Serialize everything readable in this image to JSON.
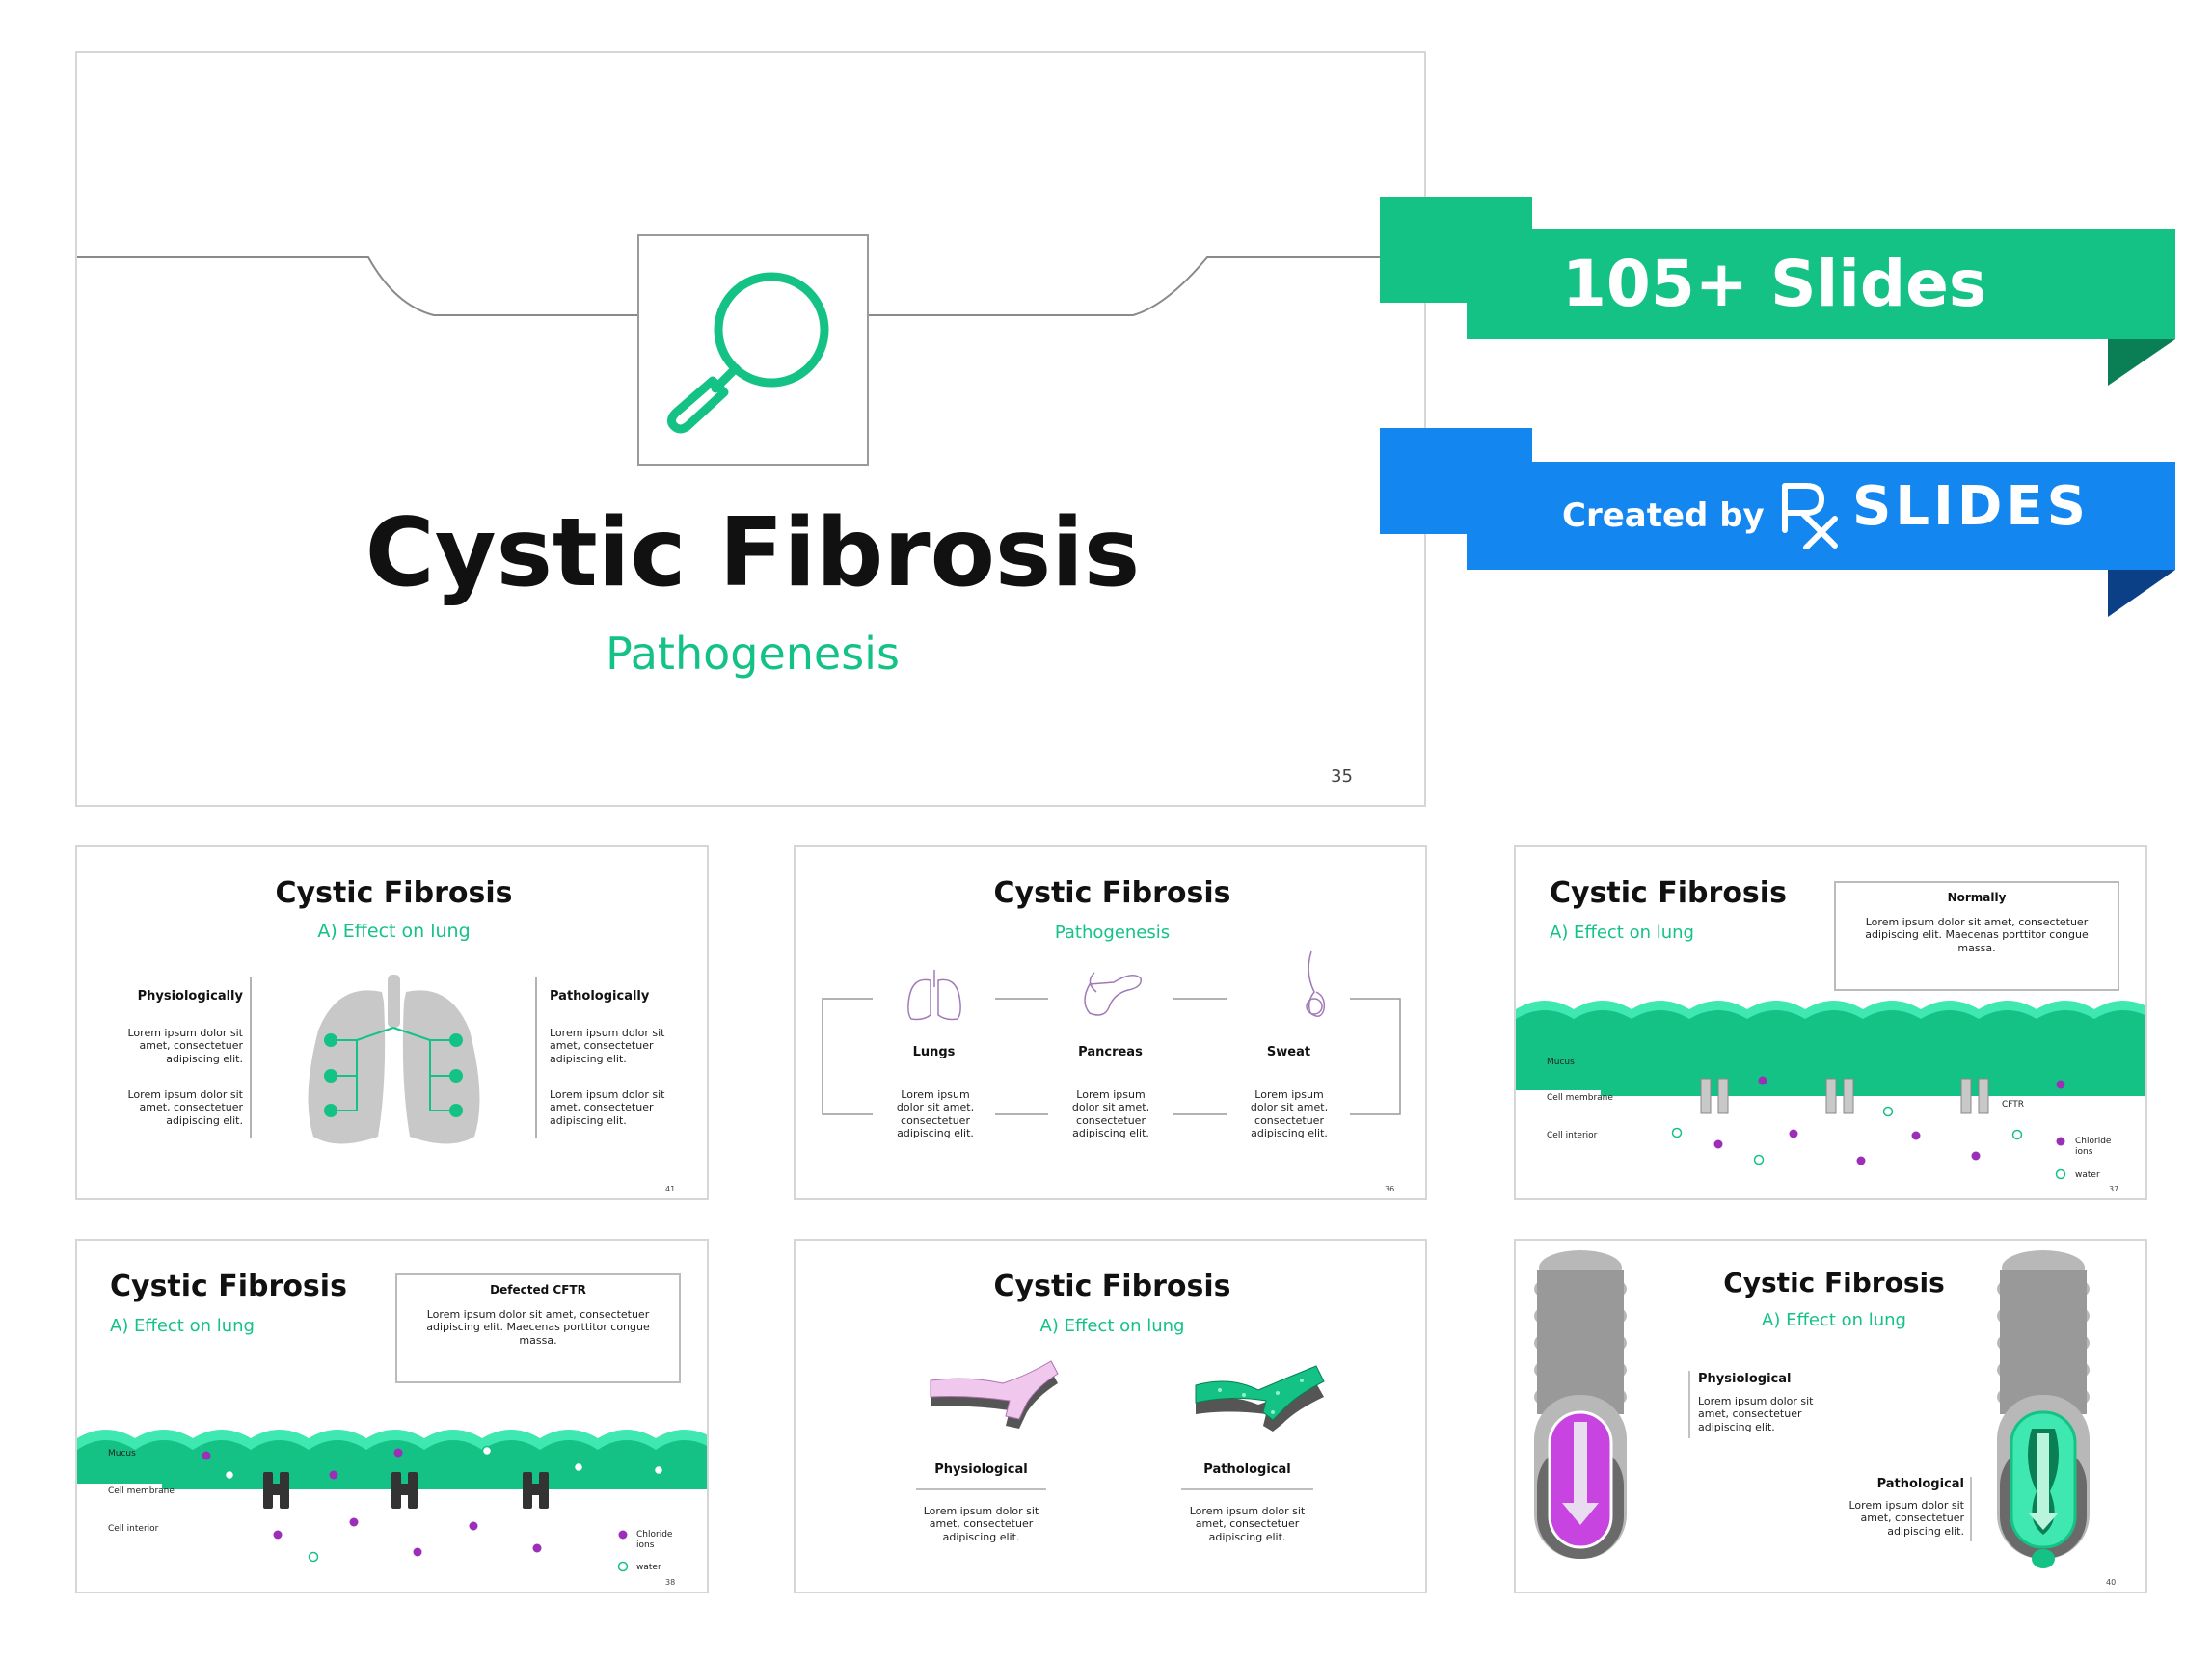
{
  "colors": {
    "accent_green": "#14c285",
    "accent_blue": "#1486f0",
    "purple": "#c844e0",
    "gray": "#b8b8b8"
  },
  "hero": {
    "title": "Cystic Fibrosis",
    "subtitle": "Pathogenesis",
    "page": "35",
    "icon": "magnifier-icon"
  },
  "ribbons": {
    "slides_count": "105+ Slides",
    "created_by": "Created by",
    "brand": "SLIDES",
    "brand_mark": "RX"
  },
  "thumbs": {
    "s41": {
      "title": "Cystic Fibrosis",
      "subtitle": "A) Effect on lung",
      "left_head": "Physiologically",
      "right_head": "Pathologically",
      "left_p1": "Lorem ipsum dolor sit amet, consectetuer adipiscing elit.",
      "left_p2": "Lorem ipsum dolor sit amet, consectetuer adipiscing elit.",
      "right_p1": "Lorem ipsum dolor sit amet, consectetuer adipiscing elit.",
      "right_p2": "Lorem ipsum dolor sit amet, consectetuer adipiscing elit.",
      "page": "41"
    },
    "s36": {
      "title": "Cystic Fibrosis",
      "subtitle": "Pathogenesis",
      "items": [
        {
          "label": "Lungs",
          "text": "Lorem ipsum dolor sit amet, consectetuer adipiscing elit."
        },
        {
          "label": "Pancreas",
          "text": "Lorem ipsum dolor sit amet, consectetuer adipiscing elit."
        },
        {
          "label": "Sweat",
          "text": "Lorem ipsum dolor sit amet, consectetuer adipiscing elit."
        }
      ],
      "page": "36"
    },
    "s37": {
      "title": "Cystic Fibrosis",
      "subtitle": "A) Effect on lung",
      "box_head": "Normally",
      "box_text": "Lorem ipsum dolor sit amet, consectetuer adipiscing elit. Maecenas porttitor congue massa.",
      "mucus": "Mucus",
      "membrane": "Cell membrane",
      "interior": "Cell interior",
      "cftr": "CFTR",
      "legend_chloride": "Chloride ions",
      "legend_water": "water",
      "page": "37"
    },
    "s38": {
      "title": "Cystic Fibrosis",
      "subtitle": "A) Effect on lung",
      "box_head": "Defected CFTR",
      "box_text": "Lorem ipsum dolor sit amet, consectetuer adipiscing elit. Maecenas porttitor congue massa.",
      "mucus": "Mucus",
      "membrane": "Cell membrane",
      "interior": "Cell interior",
      "legend_chloride": "Chloride ions",
      "legend_water": "water",
      "page": "38"
    },
    "s39": {
      "title": "Cystic Fibrosis",
      "subtitle": "A) Effect on lung",
      "left_head": "Physiological",
      "right_head": "Pathological",
      "left_text": "Lorem ipsum dolor sit amet, consectetuer adipiscing elit.",
      "right_text": "Lorem ipsum dolor sit amet, consectetuer adipiscing elit."
    },
    "s40": {
      "title": "Cystic Fibrosis",
      "subtitle": "A) Effect on lung",
      "left_head": "Physiological",
      "right_head": "Pathological",
      "left_text": "Lorem ipsum dolor sit amet, consectetuer adipiscing elit.",
      "right_text": "Lorem ipsum dolor sit amet, consectetuer adipiscing elit.",
      "page": "40"
    }
  }
}
